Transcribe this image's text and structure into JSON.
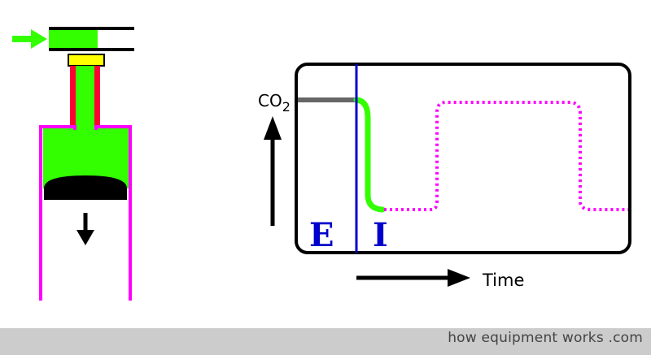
{
  "colors": {
    "gas": "#33ff00",
    "tube": "#ff0033",
    "cylinder": "#ff00ff",
    "valve": "#ffff00",
    "piston": "#000000",
    "plateau": "#666666",
    "phase_divider": "#0000cc",
    "phase_label": "#0000cc",
    "frame": "#000000",
    "footer_bg": "#cccccc",
    "footer_text": "#444444"
  },
  "diagram": {
    "inflow_arrow_icon": "right-arrow-icon",
    "piston_motion_icon": "down-arrow-icon"
  },
  "capnogram": {
    "y_axis_label": "CO",
    "y_axis_subscript": "2",
    "x_axis_label": "Time",
    "phase_expiration": "E",
    "phase_inspiration": "I"
  },
  "footer": {
    "text": "how equipment works .com"
  }
}
